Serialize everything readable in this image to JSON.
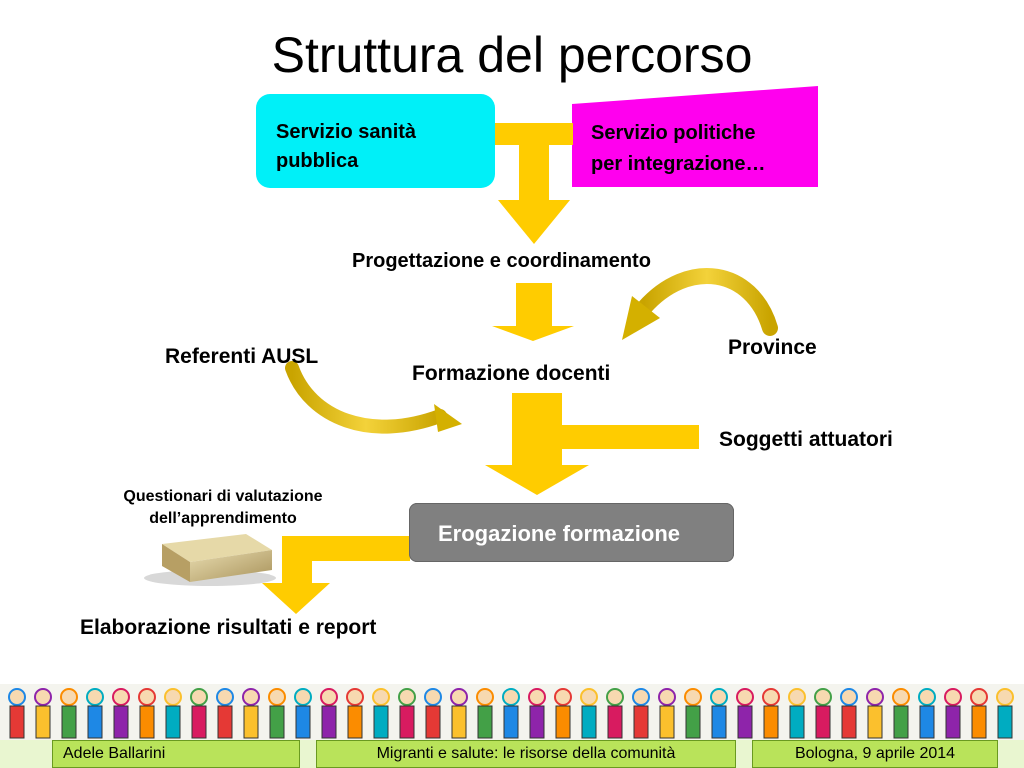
{
  "title": "Struttura del percorso",
  "boxes": {
    "sanita": [
      "Servizio sanità",
      "pubblica"
    ],
    "politiche": [
      "Servizio politiche",
      "per integrazione…"
    ],
    "erogazione": "Erogazione formazione"
  },
  "labels": {
    "progettazione": "Progettazione e coordinamento",
    "referenti": "Referenti AUSL",
    "province": "Province",
    "formazione": "Formazione docenti",
    "soggetti": "Soggetti attuatori",
    "questionari_1": "Questionari di valutazione",
    "questionari_2": "dell’apprendimento",
    "elaborazione": "Elaborazione risultati e report"
  },
  "footer": {
    "author": "Adele Ballarini",
    "event": "Migranti e salute: le risorse della comunità",
    "date": "Bologna, 9 aprile 2014"
  },
  "colors": {
    "arrow": "#ffcc00",
    "curved_arrow": "#d4b000",
    "box_sanita": "#00f0f8",
    "box_politiche": "#ff00ee",
    "box_erogazione": "#808080",
    "footer_accent": "#b9e35a"
  }
}
